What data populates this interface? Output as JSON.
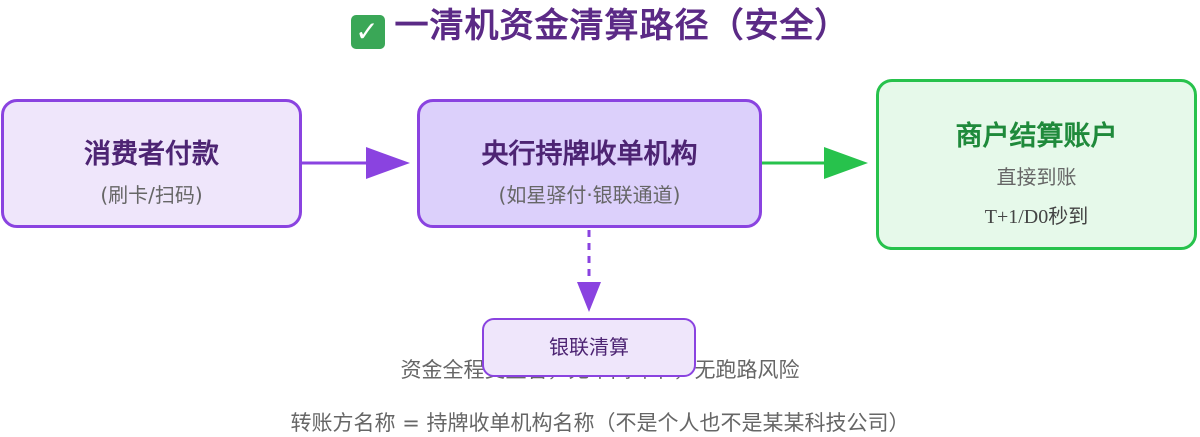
{
  "title": {
    "check_icon": "white-check-mark-icon",
    "text": "一清机资金清算路径（安全）"
  },
  "nodes": {
    "payer": {
      "label": "消费者付款",
      "sub": "(刷卡/扫码)"
    },
    "acquirer": {
      "label": "央行持牌收单机构",
      "sub": "(如星驿付·银联通道)"
    },
    "merchant": {
      "label": "商户结算账户",
      "sub": "直接到账",
      "sub2": "T+1/D0秒到"
    },
    "unionpay": {
      "label": "银联清算"
    }
  },
  "notes": {
    "line1": "资金全程受监管，无中间环节，无跑路风险",
    "line2": "转账方名称 = 持牌收单机构名称（不是个人也不是某某科技公司）"
  },
  "colors": {
    "title": "#5b2a86",
    "purple_border": "#8a43e0",
    "purple_fill": "#efe6fb",
    "green_border": "#27c24c",
    "green_fill": "#e6f9ea",
    "note_text": "#666666"
  }
}
